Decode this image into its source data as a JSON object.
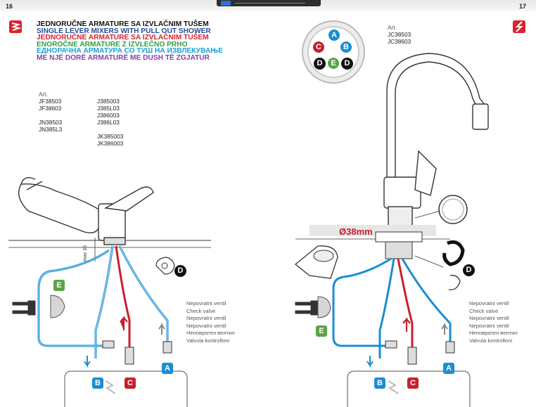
{
  "pages": {
    "left": "16",
    "right": "17"
  },
  "headings": [
    {
      "text": "JEDNORUČNE ARMATURE SA IZVLAČNIM TUŠEM",
      "color": "#111111"
    },
    {
      "text": "SINGLE LEVER MIXERS WITH PULL OUT SHOWER",
      "color": "#1f4e9c"
    },
    {
      "text": "JEDNORUČNE ARMATURE SA IZVLAČNIM TUŠEM",
      "color": "#d8242e"
    },
    {
      "text": "ENOROČNE ARMATURE Z IZVLEČNO PRHO",
      "color": "#2ea043"
    },
    {
      "text": "ЕДНОРАЧНА АРМАТУРА СО ТУШ НА ИЗВЛЕКУВАЊЕ",
      "color": "#1aa0d8"
    },
    {
      "text": "ME NJË DORË ARMATURË ME DUSH TË ZGJATUR",
      "color": "#8a3fa8"
    }
  ],
  "left_art": {
    "label": "Art.",
    "col1": [
      "JF38503",
      "JF38603",
      "",
      "JN38503",
      "JN385L3"
    ],
    "col2": [
      "J385003",
      "J385L03",
      "J386003",
      "J386L03",
      "",
      "",
      "JK385003",
      "JK386003"
    ]
  },
  "right_art": {
    "label": "Art.",
    "codes": [
      "JC38503",
      "JC38603"
    ]
  },
  "check_valve_notes": [
    "Nepovratni ventil",
    "Check valve",
    "Nepovratni ventil",
    "Nepovratni ventil",
    "Неповратен вентил",
    "Valvula kontrolloni"
  ],
  "badges": {
    "A": "A",
    "B": "B",
    "C": "C",
    "D": "D",
    "E": "E"
  },
  "dimensions": {
    "max_height": "max 35",
    "hole_diameter": "Ø38mm"
  },
  "colors": {
    "brand_red": "#d8242e",
    "hose_blue": "#1a8ed3",
    "hot_red": "#c8202f",
    "green": "#5aa445"
  }
}
